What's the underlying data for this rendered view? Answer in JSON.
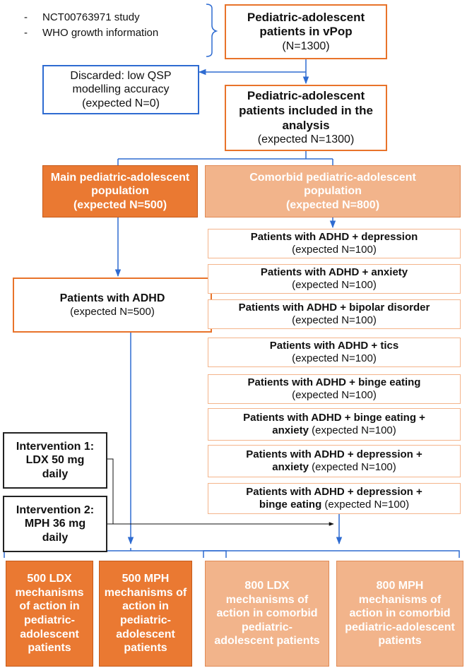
{
  "sources": [
    "NCT00763971 study",
    "WHO growth information"
  ],
  "vpop": {
    "title": "Pediatric-adolescent patients in vPop",
    "count": "(N=1300)"
  },
  "discarded": {
    "line1": "Discarded: low QSP",
    "line2": "modelling accuracy",
    "line3": "(expected N=0)"
  },
  "included": {
    "title": "Pediatric-adolescent patients included in the analysis",
    "count": "(expected N=1300)"
  },
  "main_pop": {
    "title": "Main pediatric-adolescent population",
    "count": "(expected N=500)"
  },
  "comorbid_pop": {
    "title": "Comorbid pediatric-adolescent population",
    "count": "(expected N=800)"
  },
  "adhd": {
    "title": "Patients with ADHD",
    "count": "(expected N=500)"
  },
  "comorbid_groups": [
    {
      "title": "Patients with ADHD + depression",
      "count": "(expected N=100)"
    },
    {
      "title": "Patients with ADHD + anxiety",
      "count": "(expected N=100)"
    },
    {
      "title": "Patients with ADHD + bipolar disorder",
      "count": "(expected N=100)"
    },
    {
      "title": "Patients with ADHD + tics",
      "count": "(expected N=100)"
    },
    {
      "title": "Patients with ADHD + binge eating",
      "count": "(expected N=100)"
    },
    {
      "title": "Patients with ADHD + binge eating +",
      "title2": "anxiety",
      "count": "(expected N=100)"
    },
    {
      "title": "Patients with ADHD + depression +",
      "title2": "anxiety",
      "count": "(expected N=100)"
    },
    {
      "title": "Patients with ADHD + depression +",
      "title2": "binge eating",
      "count": "(expected N=100)"
    }
  ],
  "intervention1": {
    "line1": "Intervention 1:",
    "line2": "LDX 50 mg",
    "line3": "daily"
  },
  "intervention2": {
    "line1": "Intervention 2:",
    "line2": "MPH 36 mg",
    "line3": "daily"
  },
  "outcomes": [
    "500 LDX mechanisms of action in pediatric-adolescent patients",
    "500 MPH mechanisms of action in pediatric-adolescent patients",
    "800 LDX mechanisms of action in comorbid pediatric-adolescent patients",
    "800 MPH mechanisms of action in comorbid pediatric-adolescent patients"
  ],
  "colors": {
    "orange": "#ea7932",
    "peach": "#f2b48b",
    "blue": "#2e6bd1",
    "outline_orange": "#e8732a"
  }
}
